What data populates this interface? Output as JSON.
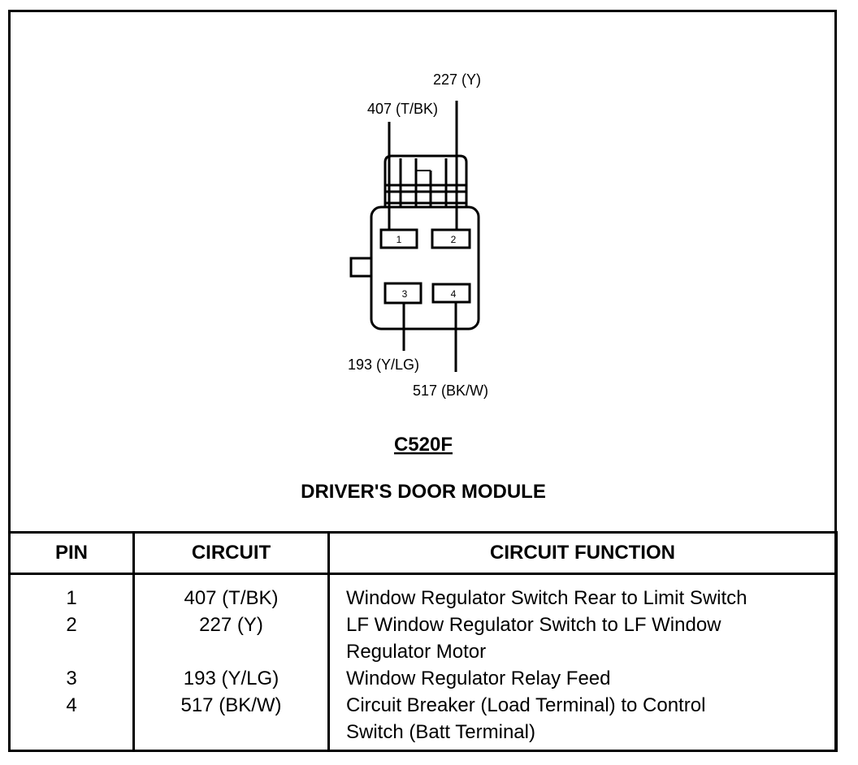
{
  "diagram": {
    "wire_labels": {
      "top_right": "227 (Y)",
      "top_left": "407 (T/BK)",
      "bottom_left": "193 (Y/LG)",
      "bottom_right": "517 (BK/W)"
    },
    "pin_numbers": [
      "1",
      "2",
      "3",
      "4"
    ],
    "connector_id": "C520F",
    "module_name": "DRIVER'S DOOR MODULE"
  },
  "table": {
    "headers": {
      "pin": "PIN",
      "circuit": "CIRCUIT",
      "function": "CIRCUIT FUNCTION"
    },
    "pin_lines": [
      "1",
      "2",
      "",
      "3",
      "4",
      ""
    ],
    "circuit_lines": [
      "407 (T/BK)",
      "227 (Y)",
      "",
      "193 (Y/LG)",
      "517 (BK/W)",
      ""
    ],
    "function_lines": [
      "Window Regulator Switch Rear to Limit Switch",
      "LF Window Regulator Switch to LF Window",
      "Regulator Motor",
      "Window Regulator Relay Feed",
      "Circuit Breaker (Load Terminal) to Control",
      "Switch (Batt Terminal)"
    ]
  }
}
